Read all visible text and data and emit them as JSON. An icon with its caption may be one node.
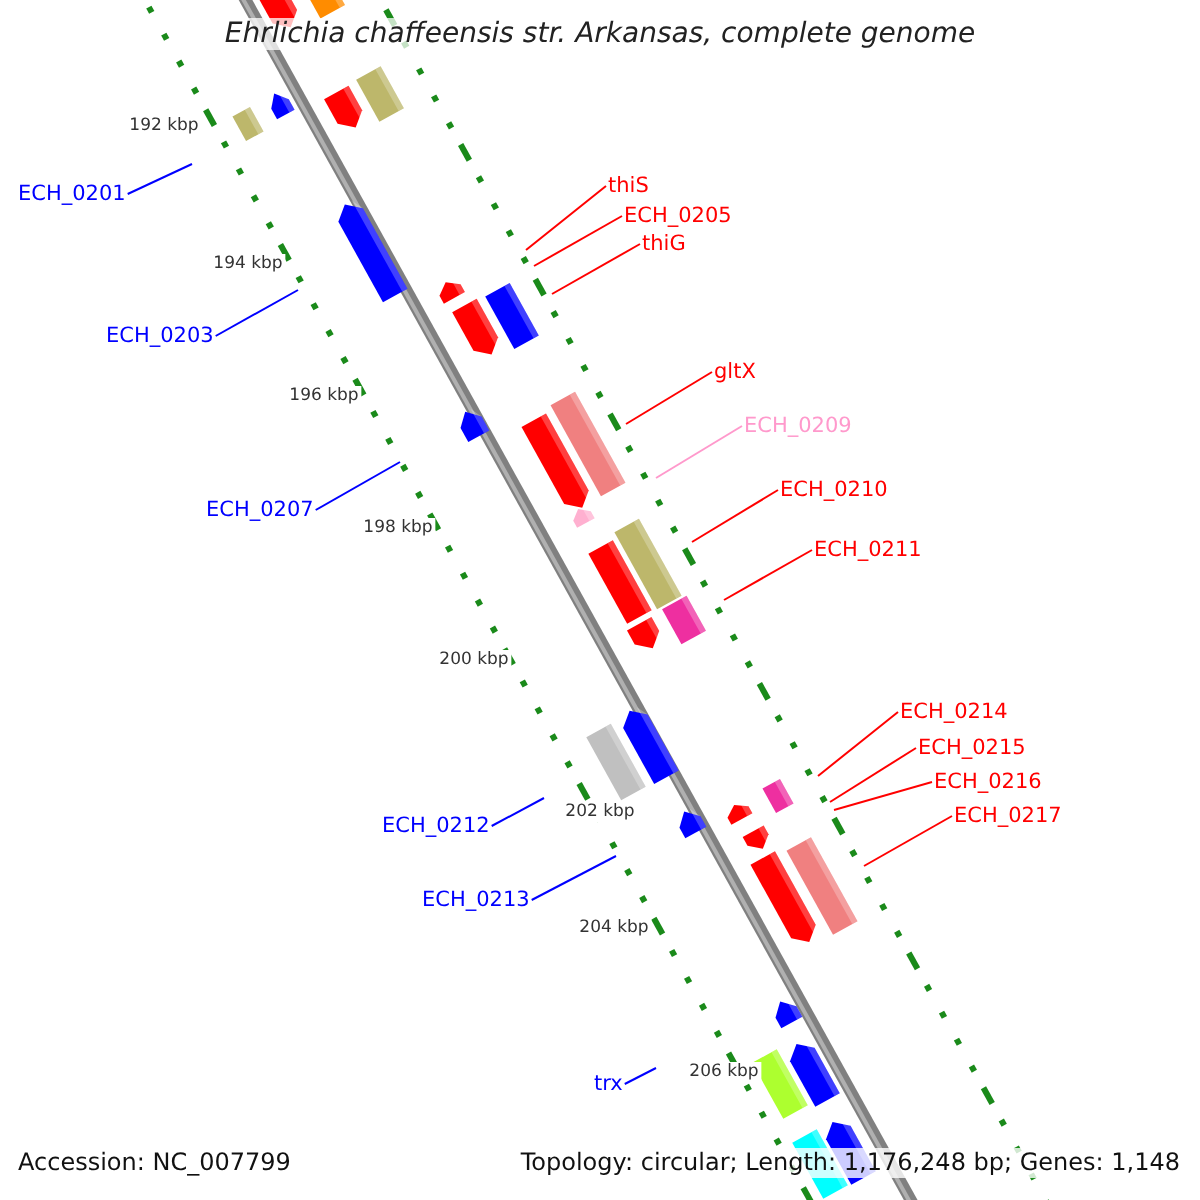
{
  "diagram": {
    "title": "Ehrlichia chaffeensis str. Arkansas, complete genome",
    "nodes": [
      {
        "text": [
          "thiS"
        ]
      },
      {
        "text": [
          "ECH_0201"
        ]
      },
      {
        "text": [
          "ECH_0205"
        ]
      },
      {
        "text": [
          "thiG"
        ]
      },
      {
        "text": [
          "ECH_0203"
        ]
      },
      {
        "text": [
          "gltX"
        ]
      },
      {
        "text": [
          "ECH_0209"
        ]
      },
      {
        "text": [
          "ECH_0210"
        ]
      },
      {
        "text": [
          "ECH_0207"
        ]
      },
      {
        "text": [
          "ECH_0211"
        ]
      },
      {
        "text": [
          "ECH_0214"
        ]
      },
      {
        "text": [
          "ECH_0215"
        ]
      },
      {
        "text": [
          "ECH_0216"
        ]
      },
      {
        "text": [
          "ECH_0217"
        ]
      },
      {
        "text": [
          "ECH_0212"
        ]
      },
      {
        "text": [
          "ECH_0213"
        ]
      },
      {
        "text": [
          "trx"
        ]
      }
    ],
    "edges": [
      {
        "from": 0,
        "to": null,
        "arrow": "none"
      },
      {
        "from": 1,
        "to": null,
        "arrow": "none",
        "color": "#0000ff"
      },
      {
        "from": 2,
        "to": null,
        "arrow": "none"
      },
      {
        "from": 3,
        "to": null,
        "arrow": "none"
      },
      {
        "from": 4,
        "to": null,
        "arrow": "none",
        "color": "#0000ff"
      },
      {
        "from": 5,
        "to": null,
        "arrow": "none"
      },
      {
        "from": 6,
        "to": null,
        "arrow": "none",
        "color": "#ff99cc"
      },
      {
        "from": 7,
        "to": null,
        "arrow": "none"
      },
      {
        "from": 8,
        "to": null,
        "arrow": "none",
        "color": "#0000ff"
      },
      {
        "from": 9,
        "to": null,
        "arrow": "none"
      },
      {
        "from": 10,
        "to": null,
        "arrow": "none"
      },
      {
        "from": 11,
        "to": null,
        "arrow": "none"
      },
      {
        "from": 12,
        "to": null,
        "arrow": "none"
      },
      {
        "from": 13,
        "to": null,
        "arrow": "none"
      },
      {
        "from": 14,
        "to": null,
        "arrow": "none",
        "color": "#0000ff"
      },
      {
        "from": 15,
        "to": null,
        "arrow": "none",
        "color": "#0000ff"
      },
      {
        "from": 16,
        "to": null,
        "arrow": "none",
        "color": "#0000ff"
      }
    ],
    "labels": [
      "192 kbp",
      "194 kbp",
      "196 kbp",
      "198 kbp",
      "200 kbp",
      "202 kbp",
      "204 kbp",
      "206 kbp",
      "Accession: NC_007799",
      "Topology: circular; Length: 1,176,248 bp; Genes: 1,148"
    ]
  }
}
